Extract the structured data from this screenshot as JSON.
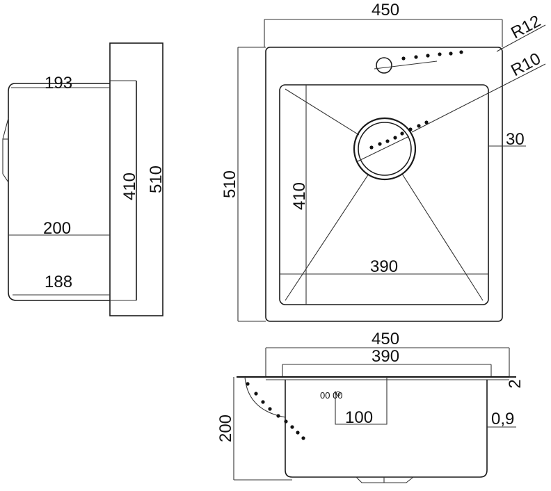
{
  "side_view": {
    "depth_top": "193",
    "depth_middle": "200",
    "depth_bottom": "188",
    "bowl_length": "410",
    "overall_length": "510"
  },
  "top_view": {
    "overall_width": "450",
    "overall_length": "510",
    "bowl_length": "410",
    "bowl_width": "390",
    "outer_radius": "R12",
    "inner_radius": "R10",
    "rim_width": "30"
  },
  "front_view": {
    "overall_width": "450",
    "bowl_width": "390",
    "depth": "200",
    "flange_thickness": "2",
    "wall_thickness": "0,9",
    "drain_offset": "100",
    "drain_marks": "00 00"
  }
}
